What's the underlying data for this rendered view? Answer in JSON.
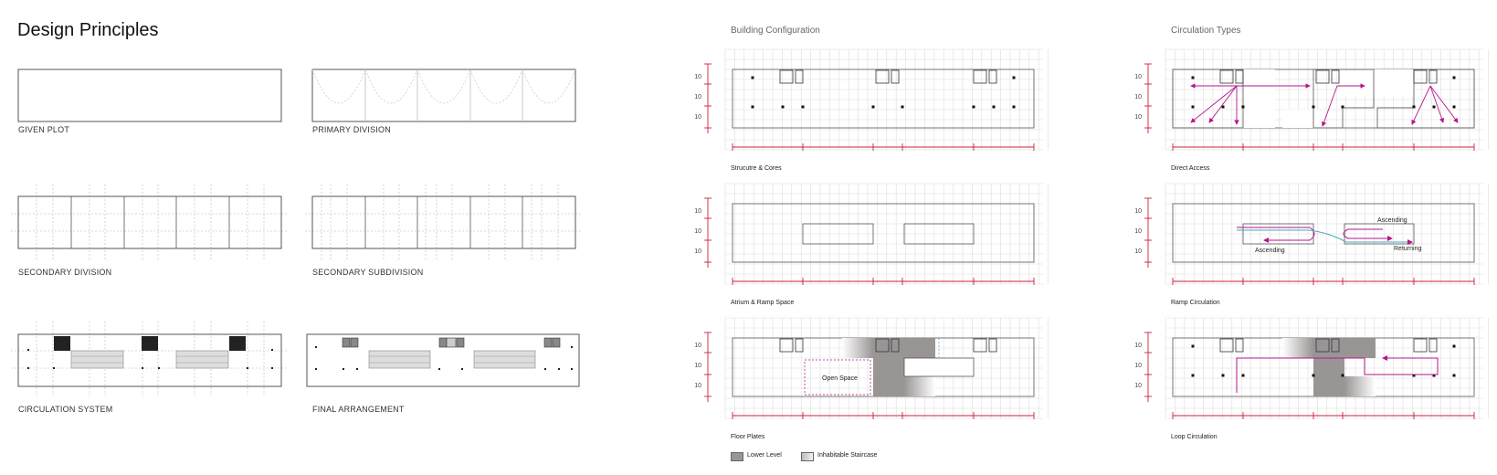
{
  "title": "Design Principles",
  "left_panels": [
    {
      "label": "GIVEN PLOT"
    },
    {
      "label": "PRIMARY DIVISION"
    },
    {
      "label": "SECONDARY DIVISION"
    },
    {
      "label": "SECONDARY SUBDIVISION"
    },
    {
      "label": "CIRCULATION SYSTEM"
    },
    {
      "label": "FINAL ARRANGEMENT"
    }
  ],
  "building_configuration": {
    "heading": "Building Configuration",
    "diagrams": [
      {
        "caption": "Strucutre & Cores"
      },
      {
        "caption": "Atrium & Ramp Space"
      },
      {
        "caption": "Floor Plates",
        "annotation": "Open Space"
      }
    ]
  },
  "circulation_types": {
    "heading": "Circulation Types",
    "diagrams": [
      {
        "caption": "Direct Access"
      },
      {
        "caption": "Ramp Circulation",
        "annotations": [
          "Ascending",
          "Ascending",
          "Returning"
        ]
      },
      {
        "caption": "Loop Circulation"
      }
    ]
  },
  "dimension_labels": [
    "10",
    "10",
    "10"
  ],
  "legend": [
    {
      "label": "Lower Level",
      "color": "#9a9595"
    },
    {
      "label": "Inhabitable Staircase",
      "color": "#d9d9d9"
    }
  ],
  "colors": {
    "dimension": "#cc1f3c",
    "circulation": "#b5168a",
    "ramp": "#4aa8c0"
  }
}
